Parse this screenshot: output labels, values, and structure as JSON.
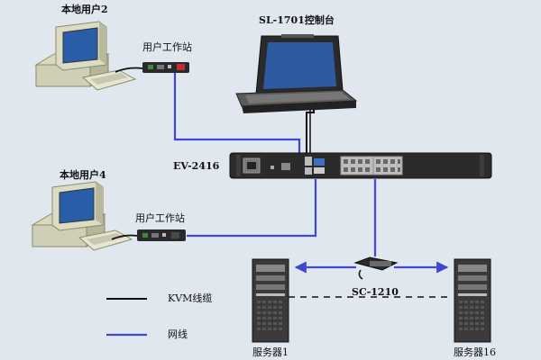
{
  "labels": {
    "local_user_2": "本地用户2",
    "local_user_4": "本地用户4",
    "workstation_top": "用户工作站",
    "workstation_bottom": "用户工作站",
    "console": "SL-1701控制台",
    "switch": "EV-2416",
    "adapter": "SC-1210",
    "server_1": "服务器1",
    "server_16": "服务器16"
  },
  "legend": {
    "kvm_cable": "KVM线缆",
    "network_cable": "网线"
  },
  "colors": {
    "background": "#e1e7ef",
    "kvm_cable": "#111111",
    "network_cable": "#3f48cc",
    "device_dark": "#2a2a2a"
  }
}
